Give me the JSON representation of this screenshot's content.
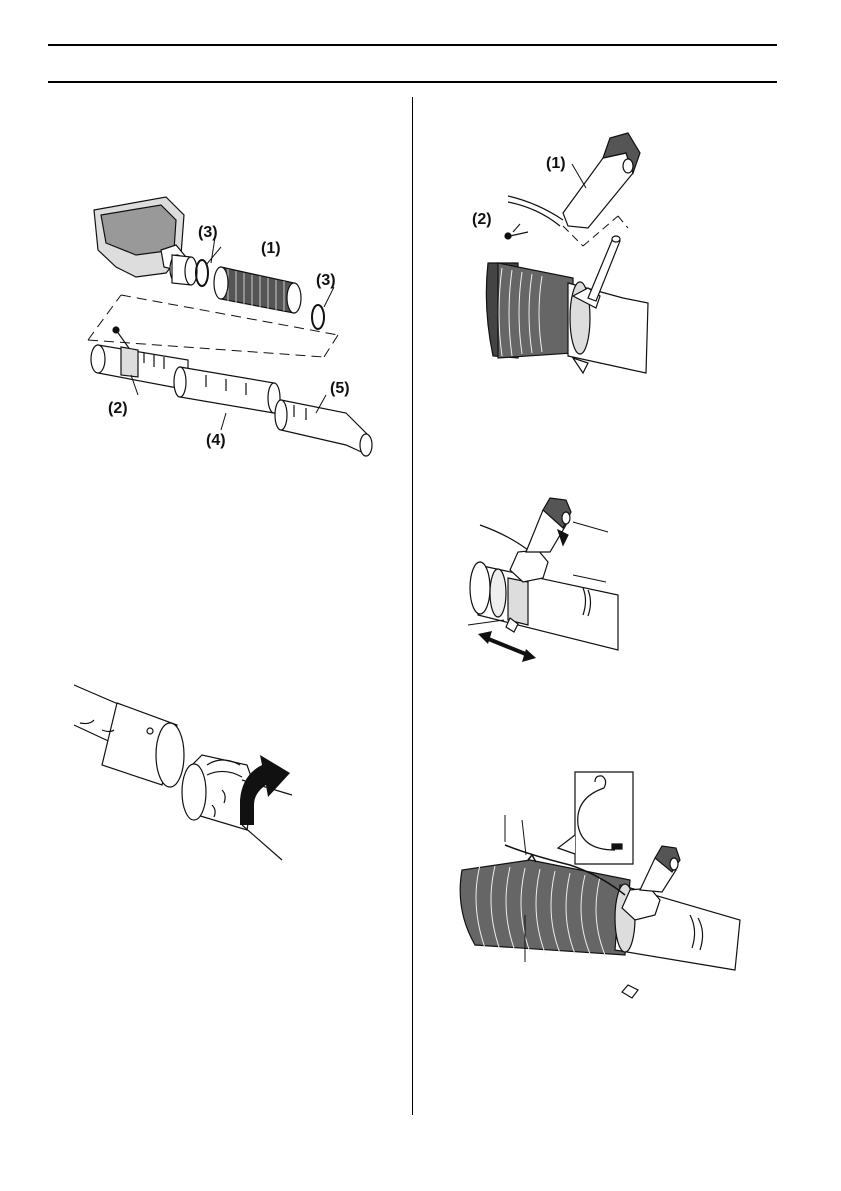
{
  "figure_exploded": {
    "labels": {
      "part_1": "(1)",
      "part_2": "(2)",
      "part_3_left": "(3)",
      "part_3_right": "(3)",
      "part_4": "(4)",
      "part_5": "(5)"
    }
  },
  "figure_handle": {
    "labels": {
      "part_1": "(1)",
      "part_2": "(2)"
    }
  },
  "figure_tube_twist": {
    "arrow_icon": "curved-arrow-icon"
  },
  "figure_handle_slide": {
    "arrow_icon": "double-arrow-icon"
  },
  "figure_cable_clip": {
    "inset_icon": "cable-clip-icon"
  },
  "colors": {
    "ink": "#111111",
    "shade": "#555555",
    "paper": "#ffffff"
  }
}
